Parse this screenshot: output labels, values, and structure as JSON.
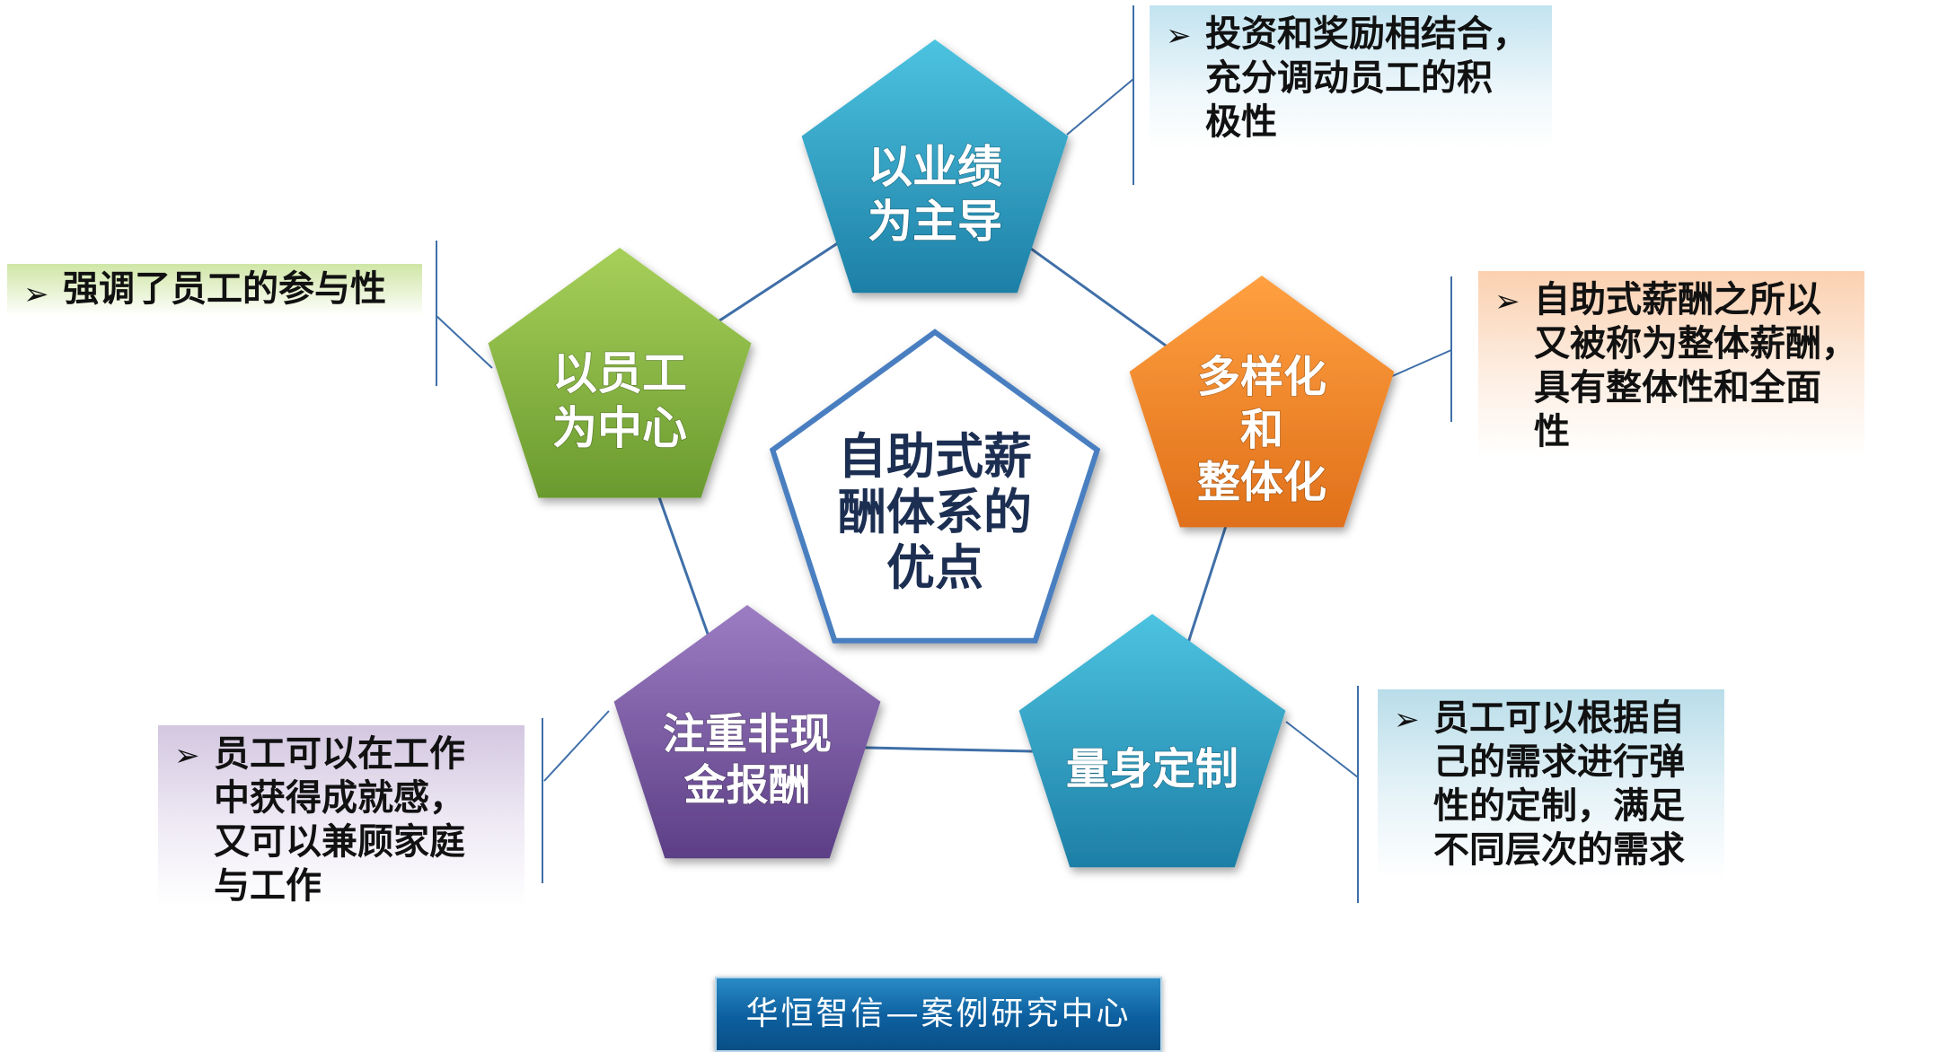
{
  "center": {
    "lines": [
      "自助式薪",
      "酬体系的",
      "优点"
    ]
  },
  "pentagons": [
    {
      "id": "performance",
      "lines": [
        "以业绩",
        "为主导"
      ],
      "color_top": "#4cc3e0",
      "color_bottom": "#1d7fa6"
    },
    {
      "id": "employee",
      "lines": [
        "以员工",
        "为中心"
      ],
      "color_top": "#a7d05a",
      "color_bottom": "#6a9a2e"
    },
    {
      "id": "diversity",
      "lines": [
        "多样化",
        "和",
        "整体化"
      ],
      "color_top": "#ffa040",
      "color_bottom": "#e0701a"
    },
    {
      "id": "nonmonetary",
      "lines": [
        "注重非现",
        "金报酬"
      ],
      "color_top": "#9c7cc2",
      "color_bottom": "#5c3f86"
    },
    {
      "id": "tailored",
      "lines": [
        "量身定制"
      ],
      "color_top": "#4cc3e0",
      "color_bottom": "#1d7fa6"
    }
  ],
  "callouts": {
    "top": {
      "bullet": "➢",
      "lines": [
        "投资和奖励相结合，",
        "充分调动员工的积",
        "极性"
      ]
    },
    "left": {
      "bullet": "➢",
      "lines": [
        "强调了员工的参与性"
      ]
    },
    "right": {
      "bullet": "➢",
      "lines": [
        "自助式薪酬之所以",
        "又被称为整体薪酬，",
        "具有整体性和全面",
        "性"
      ]
    },
    "bottom_left": {
      "bullet": "➢",
      "lines": [
        "员工可以在工作",
        "中获得成就感，",
        "又可以兼顾家庭",
        "与工作"
      ]
    },
    "bottom_right": {
      "bullet": "➢",
      "lines": [
        "员工可以根据自",
        "己的需求进行弹",
        "性的定制，满足",
        "不同层次的需求"
      ]
    }
  },
  "footer": {
    "label": "华恒智信—案例研究中心"
  }
}
